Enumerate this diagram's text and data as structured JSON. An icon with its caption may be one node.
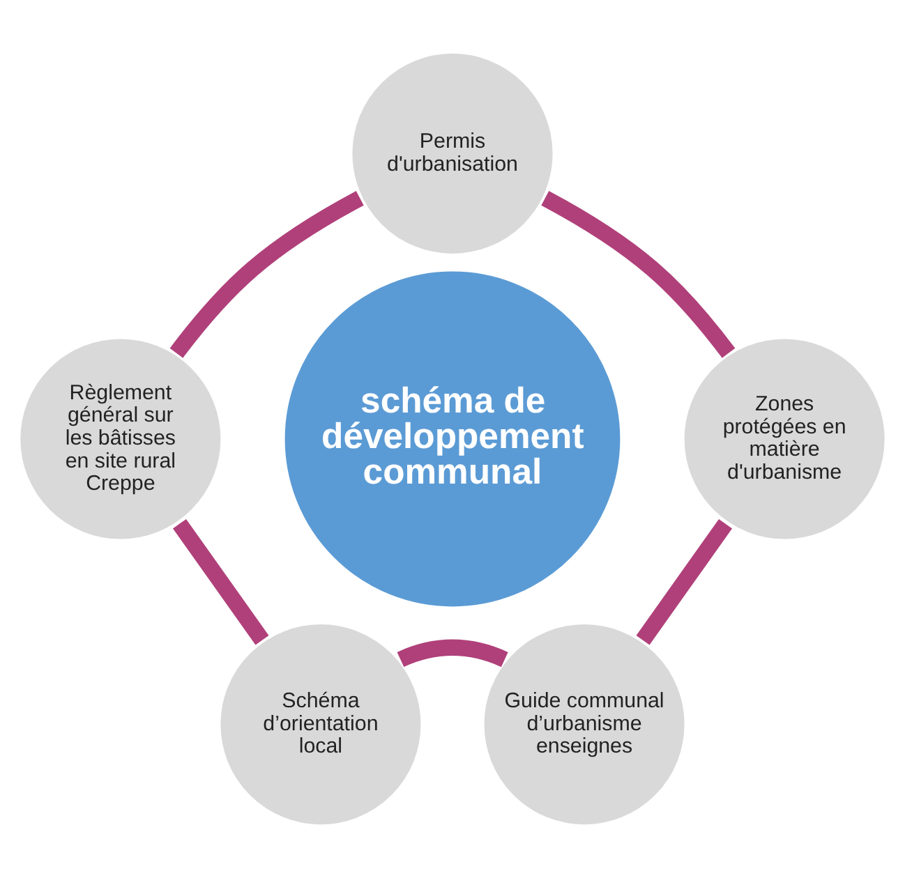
{
  "diagram": {
    "nodes": [
      {
        "text": [
          "Permis d'urbanisation"
        ]
      },
      {
        "text": [
          "Règlement général sur les bâtisses en site rural Creppe"
        ]
      },
      {
        "text": [
          "schéma de développement communal"
        ]
      },
      {
        "text": [
          "Zones protégées en matière d'urbanisme"
        ]
      },
      {
        "text": [
          "Schéma d’orientation local"
        ]
      },
      {
        "text": [
          "Guide communal d’urbanisme enseignes"
        ]
      }
    ],
    "edges": [
      {
        "from": 0,
        "to": 3,
        "arrow": "none"
      },
      {
        "from": 3,
        "to": 5,
        "arrow": "none"
      },
      {
        "from": 5,
        "to": 4,
        "arrow": "none"
      },
      {
        "from": 4,
        "to": 1,
        "arrow": "none"
      },
      {
        "from": 1,
        "to": 0,
        "arrow": "none"
      }
    ]
  }
}
